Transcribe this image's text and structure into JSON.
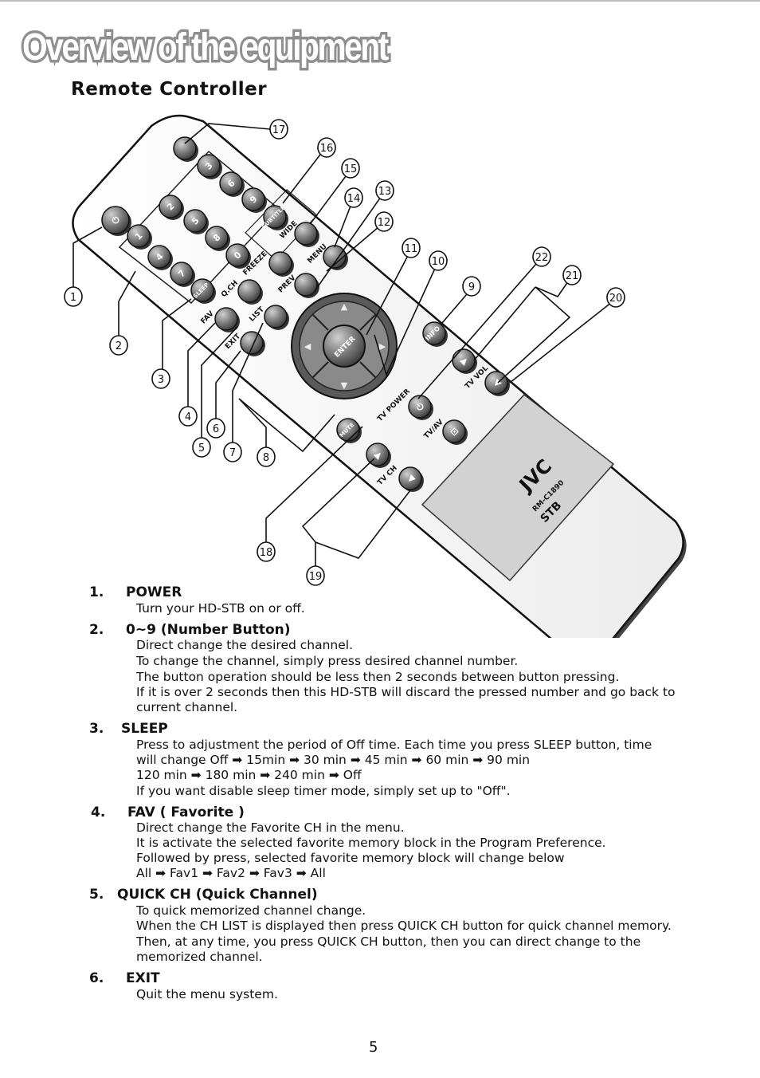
{
  "header": {
    "title": "Overview of the equipment",
    "section": "Remote Controller"
  },
  "remote": {
    "brand": "JVC",
    "model": "RM-C1890",
    "type": "STB",
    "buttons": {
      "fav": "FAV",
      "exit": "EXIT",
      "qch": "Q.CH",
      "list": "LIST",
      "freeze": "FREEZE",
      "prev": "PREV",
      "wide": "WIDE",
      "menu": "MENU",
      "enter": "ENTER",
      "info": "INFO",
      "tv_vol": "TV VOL",
      "tv_power": "TV POWER",
      "tv_av": "TV/AV",
      "tv_ch": "TV CH",
      "mute": "MUTE",
      "sleep": "SLEEP",
      "subtitle": "SUBTITLE",
      "digits": [
        "1",
        "2",
        "3",
        "4",
        "5",
        "6",
        "7",
        "8",
        "9",
        "0"
      ]
    },
    "callouts": [
      "1",
      "2",
      "3",
      "4",
      "5",
      "6",
      "7",
      "8",
      "9",
      "10",
      "11",
      "12",
      "13",
      "14",
      "15",
      "16",
      "17",
      "18",
      "19",
      "20",
      "21",
      "22"
    ]
  },
  "items": [
    {
      "num": "1.",
      "title": "POWER",
      "lines": [
        "Turn your HD-STB on or off."
      ]
    },
    {
      "num": "2.",
      "title": "0~9 (Number Button)",
      "lines": [
        "Direct change the desired channel.",
        "To change the channel, simply press desired channel number.",
        "The button operation should be less then 2 seconds between button pressing.",
        "If it is over 2 seconds then this HD-STB will discard the pressed number and go back to",
        "current channel."
      ]
    },
    {
      "num": "3.",
      "title": "SLEEP",
      "lines": [
        "Press to adjustment the period of Off time. Each time you press SLEEP button, time",
        "will change Off  ➡  15min  ➡  30 min  ➡  45 min  ➡  60 min  ➡  90 min",
        "120 min  ➡  180 min  ➡  240 min  ➡  Off",
        "If you want disable sleep timer mode, simply set up to \"Off\"."
      ]
    },
    {
      "num": "4.",
      "title": "FAV ( Favorite )",
      "lines": [
        "Direct change the Favorite CH in the menu.",
        "It is activate the selected favorite memory block in the Program Preference.",
        "Followed by press, selected favorite memory block will change below",
        "All  ➡  Fav1  ➡  Fav2  ➡  Fav3  ➡  All"
      ]
    },
    {
      "num": "5.",
      "title": "QUICK CH (Quick Channel)",
      "lines": [
        "To quick memorized channel change.",
        "When the CH LIST is displayed then press QUICK CH button for quick channel memory.",
        "Then,  at any time, you press QUICK CH button, then you can direct change to the",
        "memorized channel."
      ]
    },
    {
      "num": "6.",
      "title": "EXIT",
      "lines": [
        "Quit the menu system."
      ]
    }
  ],
  "footer": {
    "page_number": "5"
  }
}
